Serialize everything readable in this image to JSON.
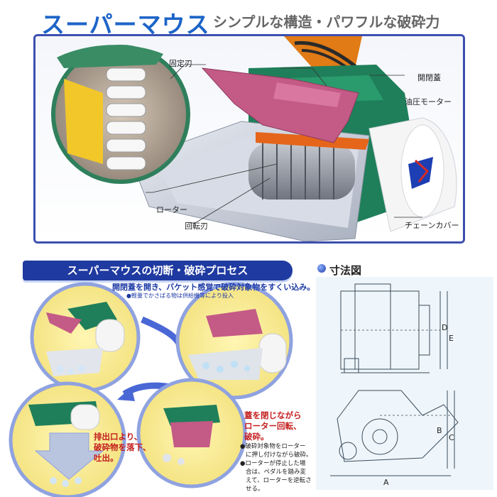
{
  "header": {
    "title": "スーパーマウス",
    "subtitle": "シンプルな構造・パワフルな破砕力"
  },
  "hero": {
    "labels": {
      "fixed_blade": "固定刃",
      "lid": "開閉蓋",
      "hydraulic_motor": "油圧モーター",
      "rotor": "ローター",
      "rotary_blade": "回転刃",
      "chain_cover": "チェーンカバー"
    }
  },
  "process": {
    "banner": "スーパーマウスの切断・破砕プロセス",
    "step1": {
      "text": "開閉蓋を開き、バケット感覚で破砕対象物をすくい込み。",
      "note": "●軽量でかさばる物は供給機等により投入"
    },
    "step2": {
      "text_lines": [
        "蓋を閉じながら",
        "ローター回転、",
        "破砕。"
      ],
      "bullets": [
        [
          "●破砕対象物をローター",
          "に押し付けながら破砕。"
        ],
        [
          "●ローターが停止した場",
          "合は、ペダルを踏み変",
          "えて、ローターを逆転さ",
          "せる。"
        ]
      ]
    },
    "step3": {
      "text_lines": [
        "排出口より、",
        "破砕物を落下、",
        "吐出。"
      ]
    }
  },
  "dimensions": {
    "title": "寸法図",
    "letters": [
      "D",
      "E",
      "B",
      "C",
      "A"
    ]
  },
  "colors": {
    "brand_blue": "#1d64c8",
    "frame_blue": "#3c4fb0",
    "banner_blue": "#1f3aa0",
    "lid_pink": "#c45a86",
    "body_green": "#1f7f5a",
    "step_red": "#c41e1e"
  }
}
